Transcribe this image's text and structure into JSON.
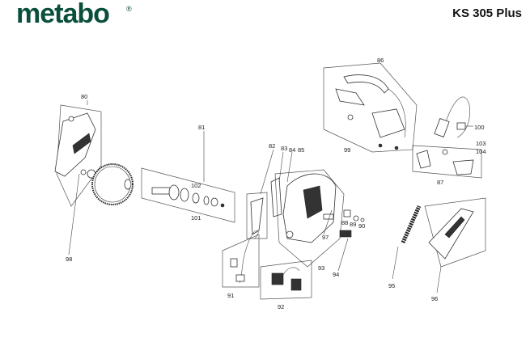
{
  "header": {
    "brand": "metabo",
    "model": "KS 305 Plus"
  },
  "labels": {
    "l80": "80",
    "l81": "81",
    "l82": "82",
    "l83": "83",
    "l84": "84",
    "l85": "85",
    "l86": "86",
    "l87": "87",
    "l88": "88",
    "l89": "89",
    "l90": "90",
    "l91": "91",
    "l92": "92",
    "l93": "93",
    "l94": "94",
    "l95": "95",
    "l96": "96",
    "l97": "97",
    "l98": "98",
    "l99": "99",
    "l100": "100",
    "l101": "101",
    "l102": "102",
    "l103": "103",
    "l104": "104"
  },
  "colors": {
    "brand": "#0a4f3c",
    "ink": "#333333"
  }
}
